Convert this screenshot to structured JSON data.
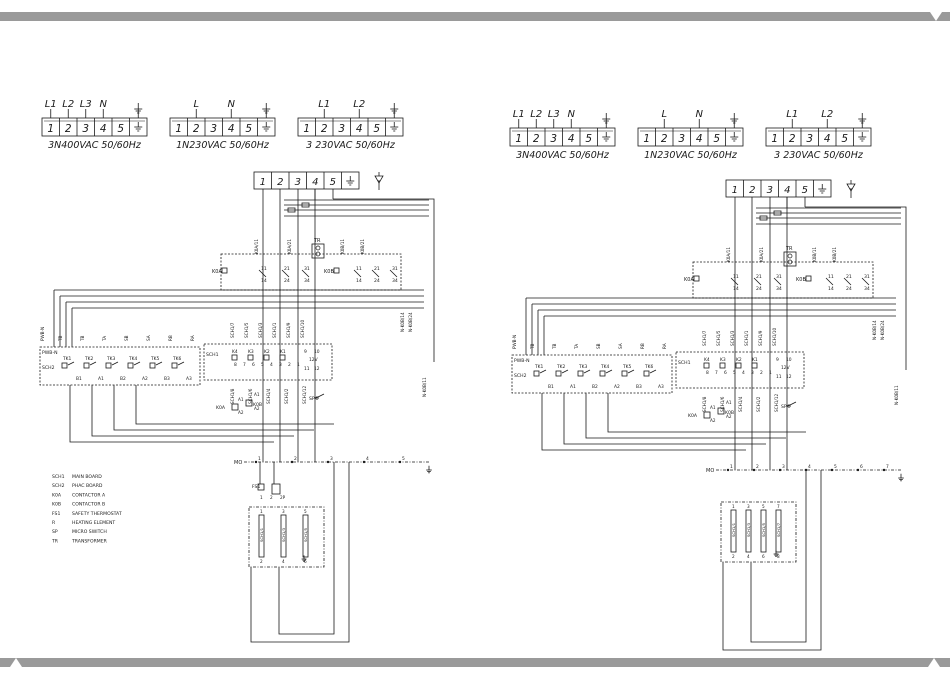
{
  "colors": {
    "band": "#9a9a9a",
    "ink": "#1a1a1a",
    "bg": "#ffffff"
  },
  "icons": [
    "ground-icon",
    "triangle-marker-icon"
  ],
  "supplies": [
    {
      "labels": [
        "L1",
        "L2",
        "L3",
        "N",
        "⏚"
      ],
      "terminals": [
        "1",
        "2",
        "3",
        "4",
        "5",
        "⏚"
      ],
      "caption": "3N400VAC 50/60Hz"
    },
    {
      "labels": [
        "L",
        "N",
        "⏚"
      ],
      "terminals": [
        "1",
        "2",
        "3",
        "4",
        "5",
        "⏚"
      ],
      "caption": "1N230VAC 50/60Hz"
    },
    {
      "labels": [
        "L1",
        "L2",
        "⏚"
      ],
      "terminals": [
        "1",
        "2",
        "3",
        "4",
        "5",
        "⏚"
      ],
      "caption": "3 230VAC 50/60Hz"
    }
  ],
  "mains": {
    "terminals": [
      "1",
      "2",
      "3",
      "4",
      "5",
      "⏚"
    ]
  },
  "left": {
    "wire_labels": [
      "K0A/11",
      "K0A/21",
      "K0B/11",
      "K0B/21",
      "SCH1/7",
      "SCH1/5",
      "SCH1/3",
      "SCH1/1",
      "SCH1/9",
      "SCH1/10",
      "N-K0B/14",
      "N-K0B/24",
      "N-K0B/11",
      "PWB-N",
      "TB",
      "SB",
      "SA",
      "RB",
      "SCH1/8",
      "SCH1/6",
      "SCH1/4",
      "SCH1/2",
      "SCH1/12"
    ],
    "contactor_a": {
      "name": "K0A",
      "pins": [
        "11",
        "21",
        "31",
        "14",
        "24",
        "34"
      ]
    },
    "contactor_b": {
      "name": "K0B",
      "pins": [
        "11",
        "21",
        "31",
        "14",
        "24",
        "34"
      ]
    },
    "tr": "TR",
    "sch2": {
      "name": "SCH2",
      "top": "PWB-N",
      "relays": [
        "TK1",
        "TK2",
        "TK3",
        "TK4",
        "TK5",
        "TK6"
      ],
      "pins_top": [
        "TB",
        "TB",
        "TA",
        "SB",
        "SA",
        "RB",
        "RA"
      ],
      "pins_bottom": [
        "B1",
        "A1",
        "B2",
        "A2",
        "B3",
        "A3"
      ]
    },
    "sch1": {
      "name": "SCH1",
      "relays": [
        "K4",
        "K3",
        "K2",
        "K1"
      ],
      "pins_top": [
        "9",
        "10"
      ],
      "pins_bottom": [
        "8",
        "7",
        "6",
        "5",
        "4",
        "3",
        "2",
        "1",
        "11",
        "12"
      ],
      "v12": "12V"
    },
    "coils": {
      "a": "K0A",
      "b": "K0B",
      "pins": [
        "A1",
        "A2",
        "A1",
        "A2"
      ]
    },
    "sp": "SP",
    "mo": "MO",
    "mo_nodes": [
      "1",
      "2",
      "3",
      "4",
      "5"
    ],
    "fs1": {
      "name": "FS1",
      "pins": [
        "1",
        "2",
        "2P"
      ]
    },
    "heater_nodes": [
      "1",
      "2",
      "3",
      "4",
      "5",
      "6"
    ]
  },
  "right": {
    "wire_labels": [
      "K0A/11",
      "K0A/21",
      "K0B/11",
      "K0B/21",
      "SCH1/7",
      "SCH1/5",
      "SCH1/3",
      "SCH1/1",
      "SCH1/9",
      "SCH1/10",
      "N-K0B/14",
      "N-K0B/24",
      "N-K0B/11",
      "PWB-N",
      "TB",
      "SB",
      "SA",
      "RB",
      "SCH1/8",
      "SCH1/6",
      "SCH1/4",
      "SCH1/2",
      "SCH1/12"
    ],
    "contactor_a": {
      "name": "K0A",
      "pins": [
        "11",
        "21",
        "31",
        "14",
        "24",
        "34"
      ]
    },
    "contactor_b": {
      "name": "K0B",
      "pins": [
        "11",
        "21",
        "31",
        "14",
        "24",
        "34"
      ]
    },
    "tr": "TR",
    "sch2": {
      "name": "SCH2",
      "top": "PWB-N",
      "relays": [
        "TK1",
        "TK2",
        "TK3",
        "TK4",
        "TK5",
        "TK6"
      ],
      "pins_top": [
        "TB",
        "TB",
        "TA",
        "SB",
        "SA",
        "RB",
        "RA"
      ],
      "pins_bottom": [
        "B1",
        "A1",
        "B2",
        "A2",
        "B3",
        "A3"
      ]
    },
    "sch1": {
      "name": "SCH1",
      "relays": [
        "K4",
        "K3",
        "K2",
        "K1"
      ],
      "pins_top": [
        "9",
        "10"
      ],
      "pins_bottom": [
        "8",
        "7",
        "6",
        "5",
        "4",
        "3",
        "2",
        "1",
        "11",
        "12"
      ],
      "v12": "12V"
    },
    "coils": {
      "a": "K0A",
      "b": "K0B",
      "pins": [
        "A1",
        "A2",
        "A1",
        "A2"
      ]
    },
    "sp": "SP",
    "mo": "MO",
    "mo_nodes": [
      "1",
      "2",
      "3",
      "4",
      "5",
      "6",
      "7"
    ],
    "heater_nodes": [
      "1",
      "2",
      "3",
      "4",
      "5",
      "6",
      "7",
      "8"
    ]
  },
  "legend": [
    {
      "code": "SCH1",
      "desc": "MAIN BOARD"
    },
    {
      "code": "SCH2",
      "desc": "PHAC BOARD"
    },
    {
      "code": "K0A",
      "desc": "CONTACTOR A"
    },
    {
      "code": "K0B",
      "desc": "CONTACTOR B"
    },
    {
      "code": "FS1",
      "desc": "SAFETY THERMOSTAT"
    },
    {
      "code": "R",
      "desc": "HEATING ELEMENT"
    },
    {
      "code": "SP",
      "desc": "MICRO SWITCH"
    },
    {
      "code": "TR",
      "desc": "TRANSFORMER"
    }
  ]
}
